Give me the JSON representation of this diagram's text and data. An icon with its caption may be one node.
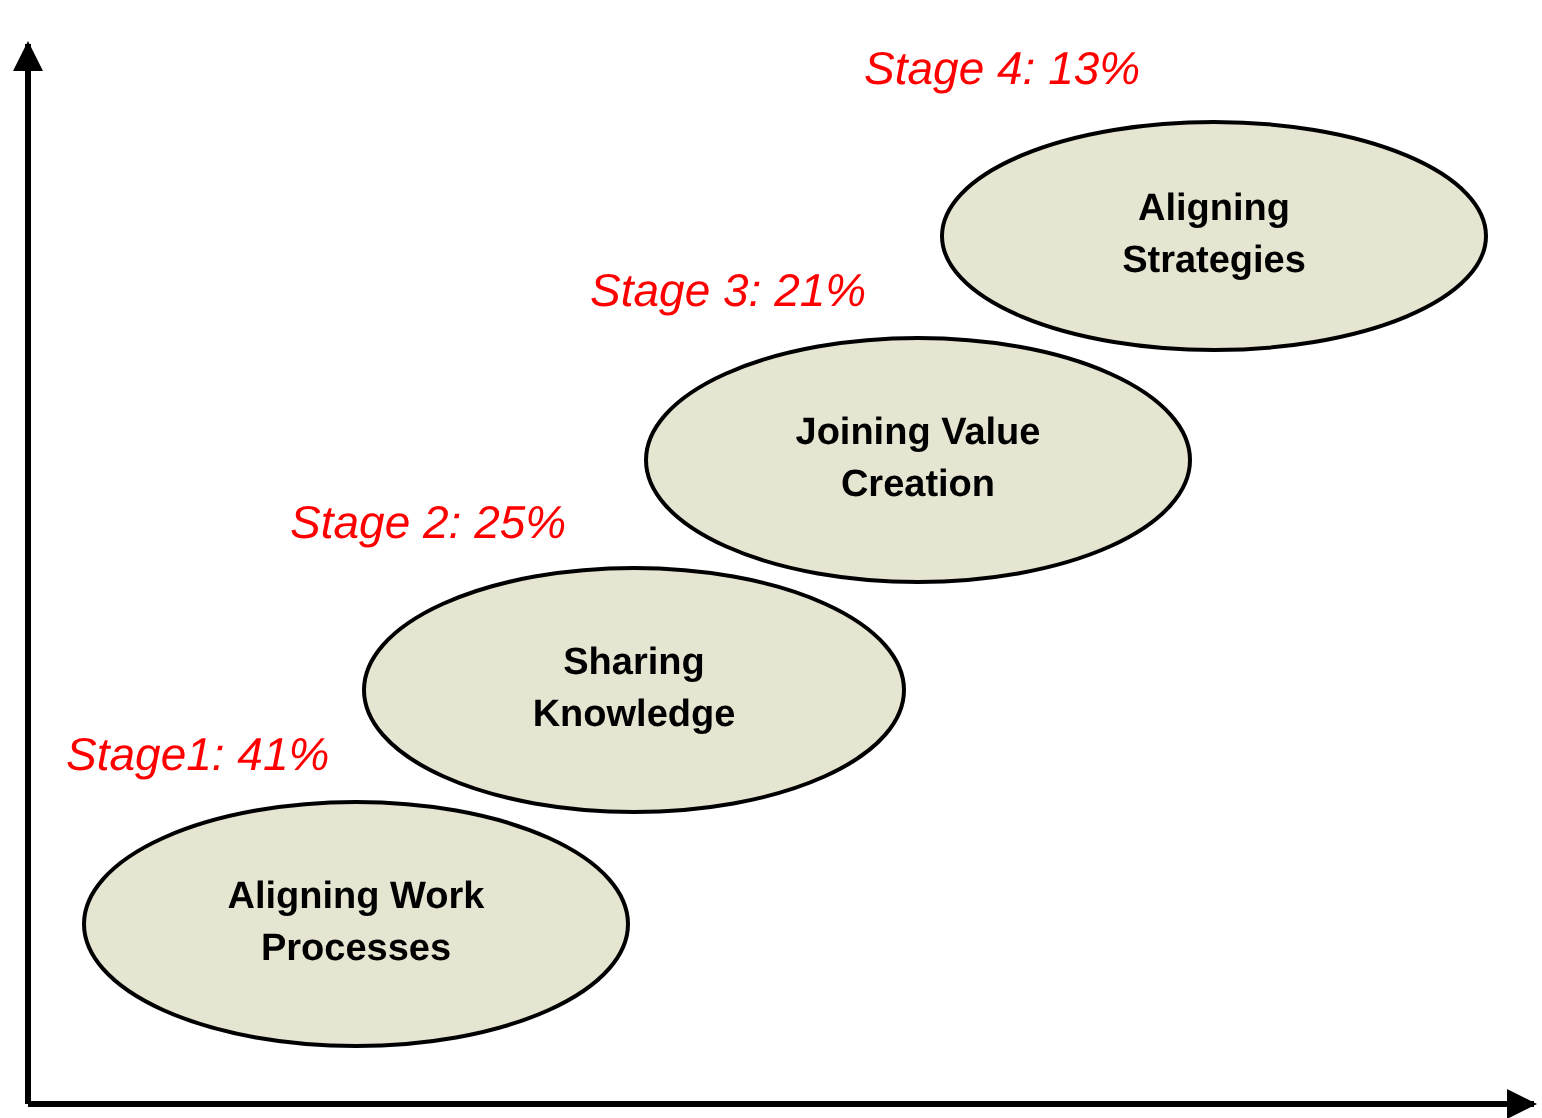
{
  "diagram": {
    "nodes": [
      {
        "text": [
          "Aligning Work Processes"
        ],
        "beside": [
          "Stage1: 41%"
        ]
      },
      {
        "text": [
          "Sharing Knowledge"
        ],
        "beside": [
          "Stage 2: 25%"
        ]
      },
      {
        "text": [
          "Joining Value Creation"
        ],
        "beside": [
          "Stage 3: 21%"
        ]
      },
      {
        "text": [
          "Aligning Strategies"
        ],
        "beside": [
          "Stage 4: 13%"
        ]
      }
    ]
  }
}
